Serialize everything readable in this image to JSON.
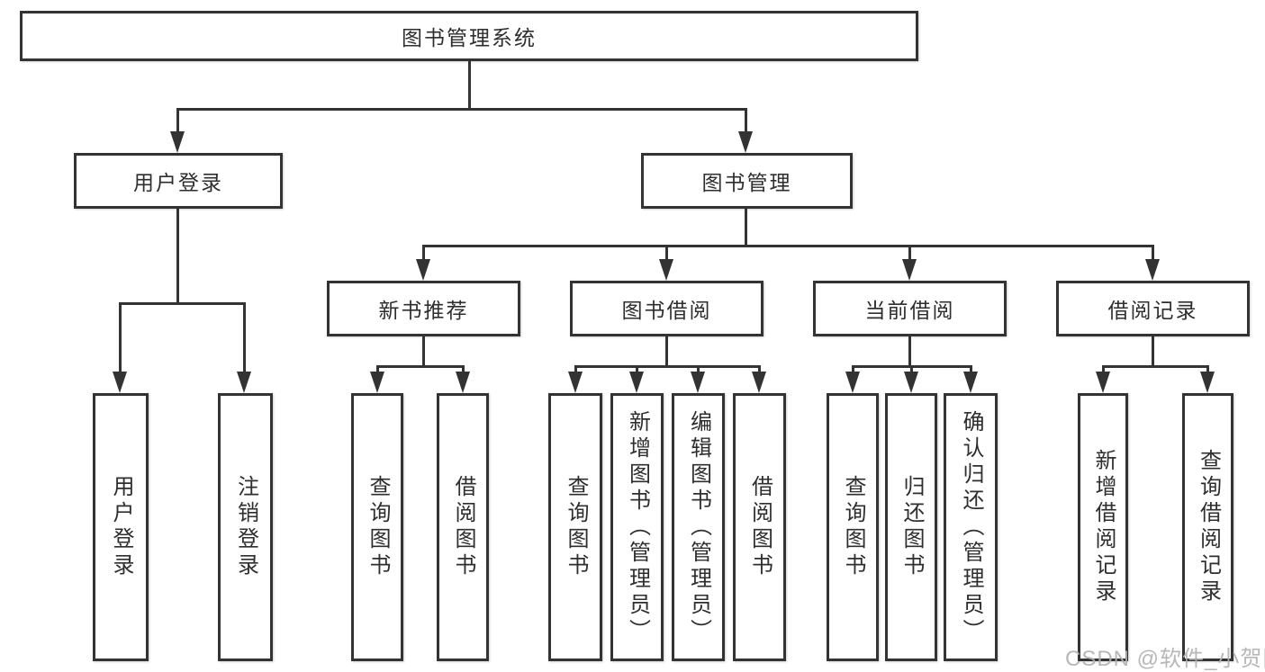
{
  "tree": {
    "label": "图书管理系统",
    "children": [
      {
        "label": "用户登录",
        "children": [
          {
            "label": "用户登录"
          },
          {
            "label": "注销登录"
          }
        ]
      },
      {
        "label": "图书管理",
        "children": [
          {
            "label": "新书推荐",
            "children": [
              {
                "label": "查询图书"
              },
              {
                "label": "借阅图书"
              }
            ]
          },
          {
            "label": "图书借阅",
            "children": [
              {
                "label": "查询图书"
              },
              {
                "label": "新增图书（管理员）"
              },
              {
                "label": "编辑图书（管理员）"
              },
              {
                "label": "借阅图书"
              }
            ]
          },
          {
            "label": "当前借阅",
            "children": [
              {
                "label": "查询图书"
              },
              {
                "label": "归还图书"
              },
              {
                "label": "确认归还（管理员）"
              }
            ]
          },
          {
            "label": "借阅记录",
            "children": [
              {
                "label": "新增借阅记录"
              },
              {
                "label": "查询借阅记录"
              }
            ]
          }
        ]
      }
    ]
  },
  "watermark": {
    "text": "CSDN @软件_小贺同学"
  },
  "colors": {
    "line": "#333333",
    "box_fill": "#ffffff",
    "text": "#2e2e2e",
    "watermark": "#afafaf"
  }
}
